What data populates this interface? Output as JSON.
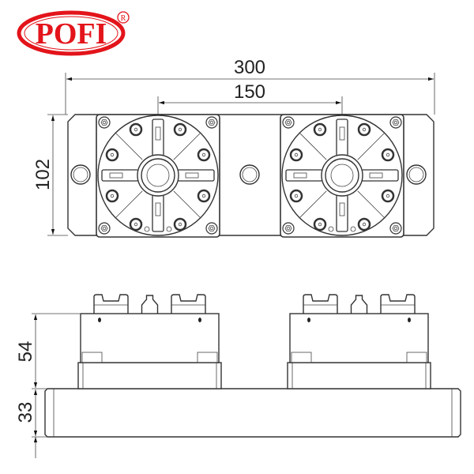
{
  "logo": {
    "text": "POFI",
    "registered": "®",
    "color": "#e3141b"
  },
  "dimensions": {
    "overall_length": "300",
    "chuck_spacing": "150",
    "width": "102",
    "chuck_height": "54",
    "base_height": "33"
  }
}
